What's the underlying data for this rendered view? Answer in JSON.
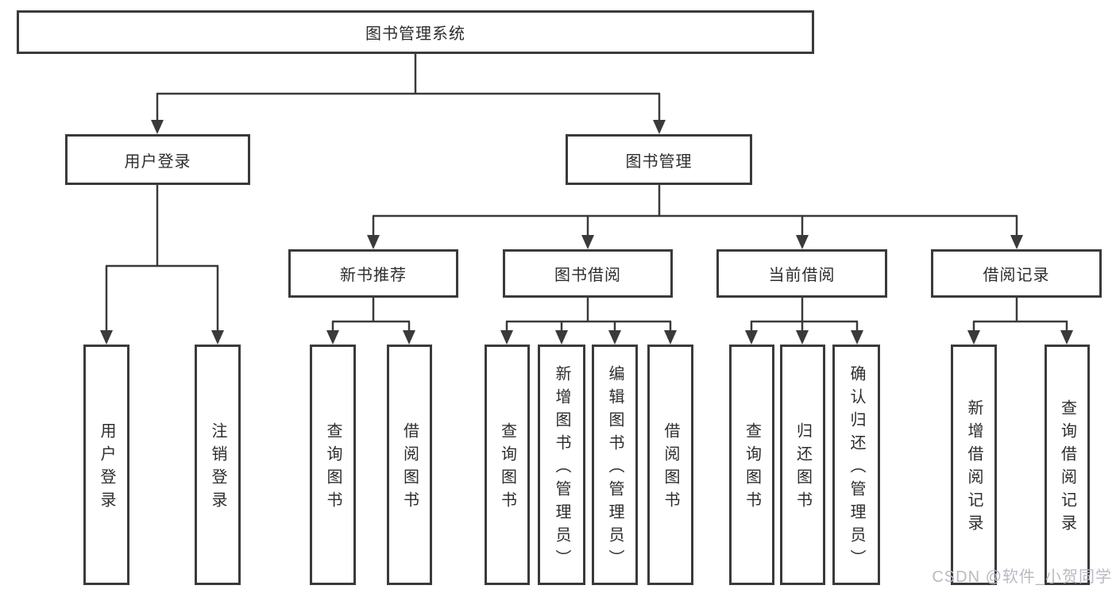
{
  "nodes": {
    "root": "图书管理系统",
    "user_login": "用户登录",
    "book_mgmt": "图书管理",
    "new_books": "新书推荐",
    "book_borrow": "图书借阅",
    "current_borrow": "当前借阅",
    "borrow_records": "借阅记录"
  },
  "leaves": {
    "user_login": [
      "用户登录",
      "注销登录"
    ],
    "new_books": [
      "查询图书",
      "借阅图书"
    ],
    "book_borrow": [
      "查询图书",
      "新增图书（管理员）",
      "编辑图书（管理员）",
      "借阅图书"
    ],
    "current_borrow": [
      "查询图书",
      "归还图书",
      "确认归还（管理员）"
    ],
    "borrow_records": [
      "新增借阅记录",
      "查询借阅记录"
    ]
  },
  "watermark": "CSDN @软件_小贺同学",
  "colors": {
    "line": "#3a3a3a",
    "text": "#2d2d2d",
    "watermark": "#b7bbc2",
    "background": "#ffffff"
  }
}
